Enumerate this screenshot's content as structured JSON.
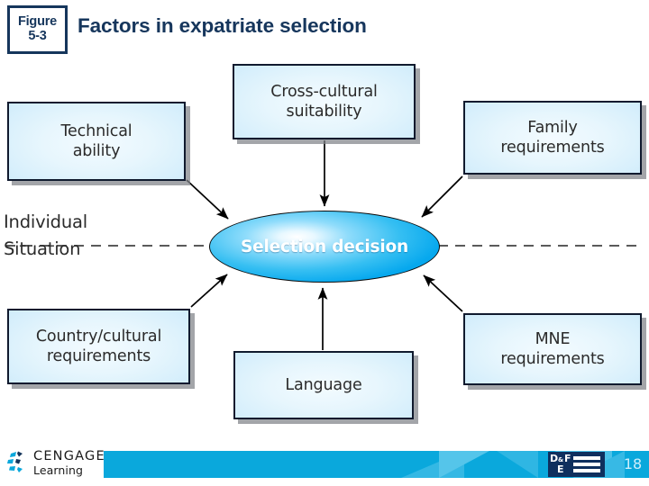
{
  "header": {
    "figure_label_line1": "Figure",
    "figure_label_line2": "5-3",
    "title": "Factors in expatriate selection"
  },
  "diagram": {
    "type": "hub-and-spoke",
    "center": {
      "label": "Selection decision",
      "shape": "ellipse",
      "fill_color": "#06a8ee",
      "text_color": "#ffffff"
    },
    "side_label": {
      "line1": "Individual",
      "line2": "Situation",
      "connector": "dashed-line"
    },
    "nodes": [
      {
        "id": "technical",
        "line1": "Technical",
        "line2": "ability",
        "position": "top-left"
      },
      {
        "id": "crosscultural",
        "line1": "Cross-cultural",
        "line2": "suitability",
        "position": "top-center"
      },
      {
        "id": "family",
        "line1": "Family",
        "line2": "requirements",
        "position": "top-right"
      },
      {
        "id": "country",
        "line1": "Country/cultural",
        "line2": "requirements",
        "position": "bottom-left"
      },
      {
        "id": "language",
        "line1": "Language",
        "line2": "",
        "position": "bottom-center"
      },
      {
        "id": "mne",
        "line1": "MNE",
        "line2": "requirements",
        "position": "bottom-right"
      }
    ],
    "box_border_color": "#101a2e",
    "box_fill_color": "#d2edfb",
    "arrow_color": "#000000"
  },
  "footer": {
    "logo_top": "CENGAGE",
    "logo_bottom": "Learning",
    "publisher_badge": {
      "d": "D",
      "amp": "&",
      "f": "F",
      "e": "E"
    },
    "page_number": "18",
    "bar_color": "#0aa8dc"
  }
}
